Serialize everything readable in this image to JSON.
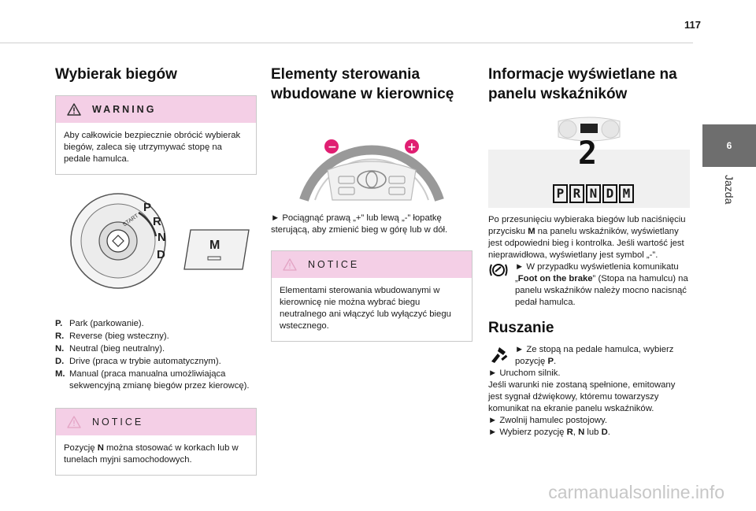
{
  "page": {
    "number": "117",
    "side_tab_number": "6",
    "side_tab_label": "Jazda"
  },
  "col1": {
    "title": "Wybierak biegów",
    "warning_title": "WARNING",
    "warning_text": "Aby całkowicie bezpiecznie obrócić wybierak biegów, zaleca się utrzymywać stopę na pedale hamulca.",
    "dial_letters": [
      "P",
      "R",
      "N",
      "D"
    ],
    "dial_start": "START",
    "m_button": "M",
    "gears": [
      {
        "key": "P.",
        "text": "Park (parkowanie)."
      },
      {
        "key": "R.",
        "text": "Reverse (bieg wsteczny)."
      },
      {
        "key": "N.",
        "text": "Neutral (bieg neutralny)."
      },
      {
        "key": "D.",
        "text": "Drive (praca w trybie automatycznym)."
      },
      {
        "key": "M.",
        "text": "Manual (praca manualna umożliwiająca sekwencyjną zmianę biegów przez kierowcę)."
      }
    ],
    "notice_title": "NOTICE",
    "notice_pre": "Pozycję ",
    "notice_bold": "N",
    "notice_post": " można stosować w korkach lub w tunelach myjni samochodowych."
  },
  "col2": {
    "title": "Elementy sterowania wbudowane w kierownicę",
    "minus": "−",
    "plus": "+",
    "instruction": "► Pociągnąć prawą „+” lub lewą „-” łopatkę sterującą, aby zmienić bieg w górę lub w dół.",
    "notice_title": "NOTICE",
    "notice_text": "Elementami sterowania wbudowanymi w kierownicę nie można wybrać biegu neutralnego ani włączyć lub wyłączyć biegu wstecznego."
  },
  "col3": {
    "title": "Informacje wyświetlane na panelu wskaźników",
    "gear_digit": "2",
    "gear_row": [
      "P",
      "R",
      "N",
      "D",
      "M"
    ],
    "p1_pre": "Po przesunięciu wybieraka biegów lub naciśnięciu przycisku ",
    "p1_bold": "M",
    "p1_post": " na panelu wskaźników, wyświetlany jest odpowiedni bieg i kontrolka. Jeśli wartość jest nieprawidłowa, wyświetlany jest symbol „-”.",
    "p2_pre": "► W przypadku wyświetlenia komunikatu „",
    "p2_bold": "Foot on the brake",
    "p2_post": "” (Stopa na hamulcu) na panelu wskaźników należy mocno nacisnąć pedał hamulca.",
    "subtitle": "Ruszanie",
    "s1_pre": "► Ze stopą na pedale hamulca, wybierz pozycję ",
    "s1_bold": "P",
    "s1_post": ".",
    "s2": "► Uruchom silnik.",
    "s3": "Jeśli warunki nie zostaną spełnione, emitowany jest sygnał dźwiękowy, któremu towarzyszy komunikat na ekranie panelu wskaźników.",
    "s4": "► Zwolnij hamulec postojowy.",
    "s5_pre": "► Wybierz pozycję ",
    "s5_b1": "R",
    "s5_mid": ", ",
    "s5_b2": "N",
    "s5_mid2": " lub ",
    "s5_b3": "D",
    "s5_post": "."
  },
  "watermark": "carmanualsonline.info",
  "colors": {
    "notice_bg": "#f4cfe6",
    "paddle_accent": "#e01e72",
    "tab_gray": "#6e6e6e"
  }
}
